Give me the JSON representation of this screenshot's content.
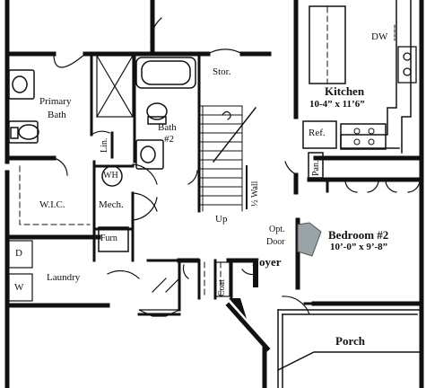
{
  "rooms": {
    "primary_bath": [
      "Primary",
      "Bath"
    ],
    "bath2": [
      "Bath",
      "#2"
    ],
    "stor": "Stor.",
    "kitchen": "Kitchen",
    "kitchen_dim": "10-4” x 11’6”",
    "dw": "DW",
    "ref": "Ref.",
    "pan": "Pan.",
    "lin": "Lin.",
    "wh": "WH",
    "wic": "W.I.C.",
    "mech": "Mech.",
    "furn": "Furn",
    "d": "D",
    "w": "W",
    "laundry": "Laundry",
    "coat": "Coat",
    "foyer": "Foyer",
    "opt_door": [
      "Opt.",
      "Door"
    ],
    "bedroom2": "Bedroom #2",
    "bedroom2_dim": "10’-0” x 9’-8”",
    "porch": "Porch",
    "half_wall": "½ Wall",
    "up": "Up"
  },
  "colors": {
    "wall": "#111111",
    "opt_door": "#9aa3a8",
    "line": "#222222"
  }
}
